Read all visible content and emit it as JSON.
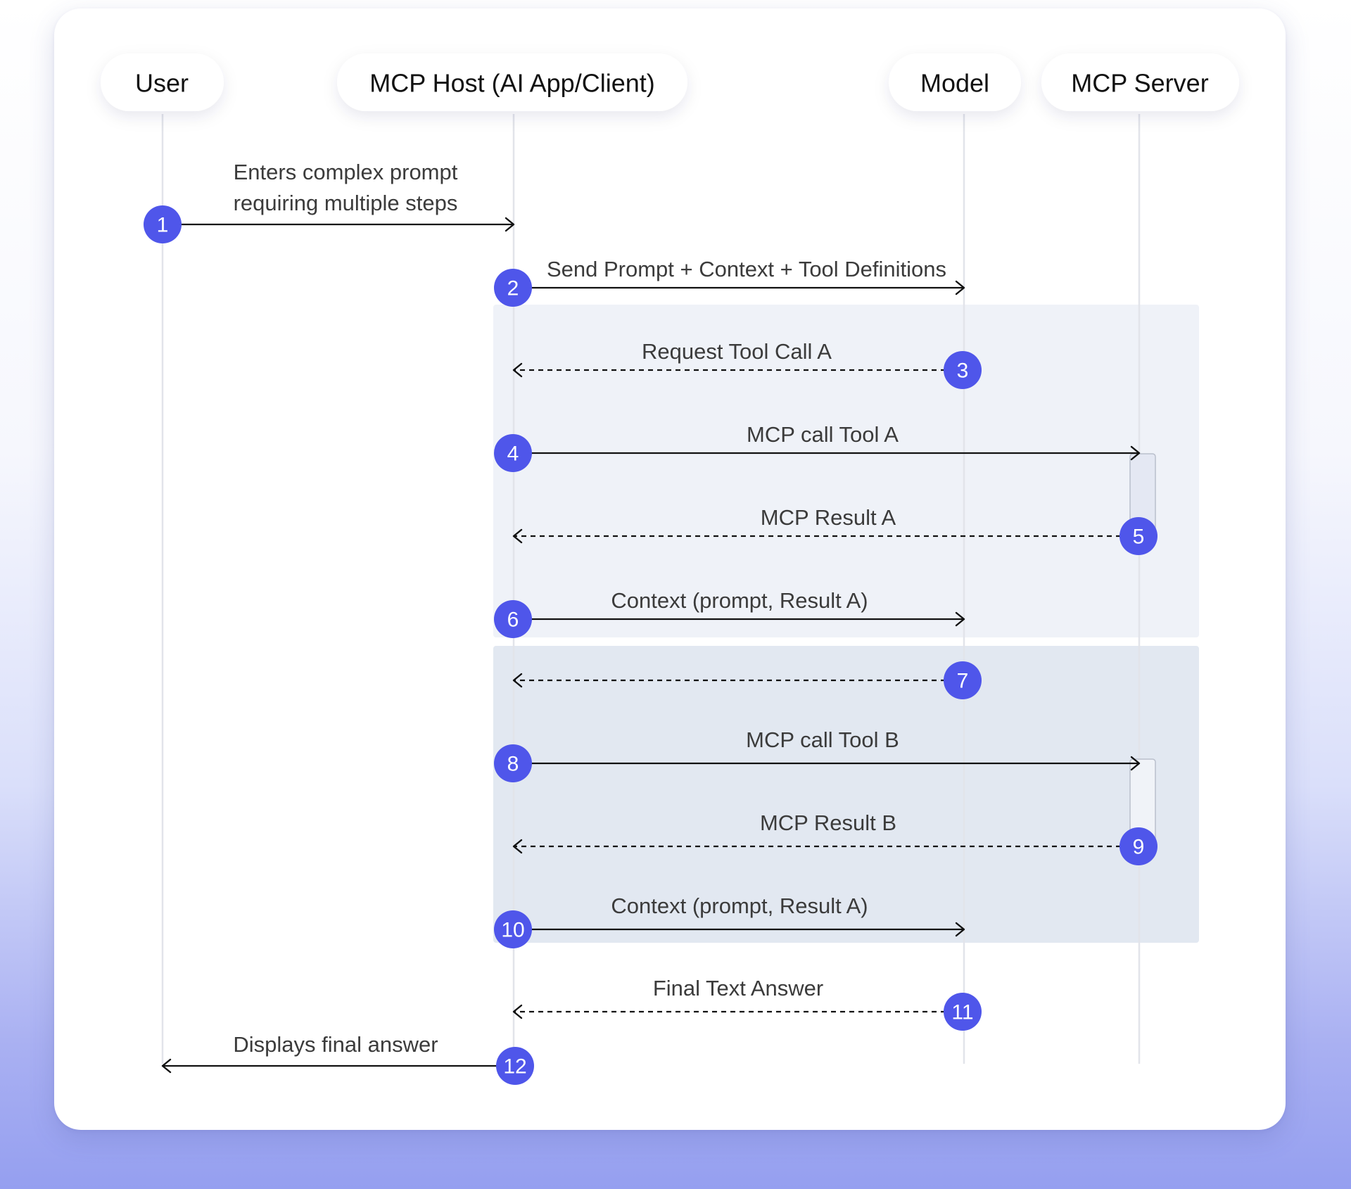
{
  "colors": {
    "badge": "#4f56ea",
    "arrow": "#111111",
    "lifeline": "#e2e4ea",
    "frame_a": "#eff2f8",
    "frame_b": "#e2e8f1",
    "background_bottom": "#959ff0"
  },
  "actors": [
    {
      "id": "user",
      "label": "User"
    },
    {
      "id": "host",
      "label": "MCP Host (AI App/Client)"
    },
    {
      "id": "model",
      "label": "Model"
    },
    {
      "id": "server",
      "label": "MCP Server"
    }
  ],
  "messages": [
    {
      "step": "1",
      "from": "user",
      "to": "host",
      "style": "solid",
      "label_lines": [
        "Enters complex prompt",
        "requiring multiple steps"
      ]
    },
    {
      "step": "2",
      "from": "host",
      "to": "model",
      "style": "solid",
      "label_lines": [
        "Send Prompt + Context + Tool Definitions"
      ]
    },
    {
      "step": "3",
      "from": "model",
      "to": "host",
      "style": "dashed",
      "label_lines": [
        "Request Tool Call A"
      ]
    },
    {
      "step": "4",
      "from": "host",
      "to": "server",
      "style": "solid",
      "label_lines": [
        "MCP call Tool A"
      ]
    },
    {
      "step": "5",
      "from": "server",
      "to": "host",
      "style": "dashed",
      "label_lines": [
        "MCP Result A"
      ]
    },
    {
      "step": "6",
      "from": "host",
      "to": "model",
      "style": "solid",
      "label_lines": [
        "Context (prompt, Result A)"
      ]
    },
    {
      "step": "7",
      "from": "model",
      "to": "host",
      "style": "dashed",
      "label_lines": []
    },
    {
      "step": "8",
      "from": "host",
      "to": "server",
      "style": "solid",
      "label_lines": [
        "MCP call Tool B"
      ]
    },
    {
      "step": "9",
      "from": "server",
      "to": "host",
      "style": "dashed",
      "label_lines": [
        "MCP Result B"
      ]
    },
    {
      "step": "10",
      "from": "host",
      "to": "model",
      "style": "solid",
      "label_lines": [
        "Context (prompt, Result A)"
      ]
    },
    {
      "step": "11",
      "from": "model",
      "to": "host",
      "style": "dashed",
      "label_lines": [
        "Final Text Answer"
      ]
    },
    {
      "step": "12",
      "from": "host",
      "to": "user",
      "style": "solid",
      "label_lines": [
        "Displays final answer"
      ]
    }
  ]
}
